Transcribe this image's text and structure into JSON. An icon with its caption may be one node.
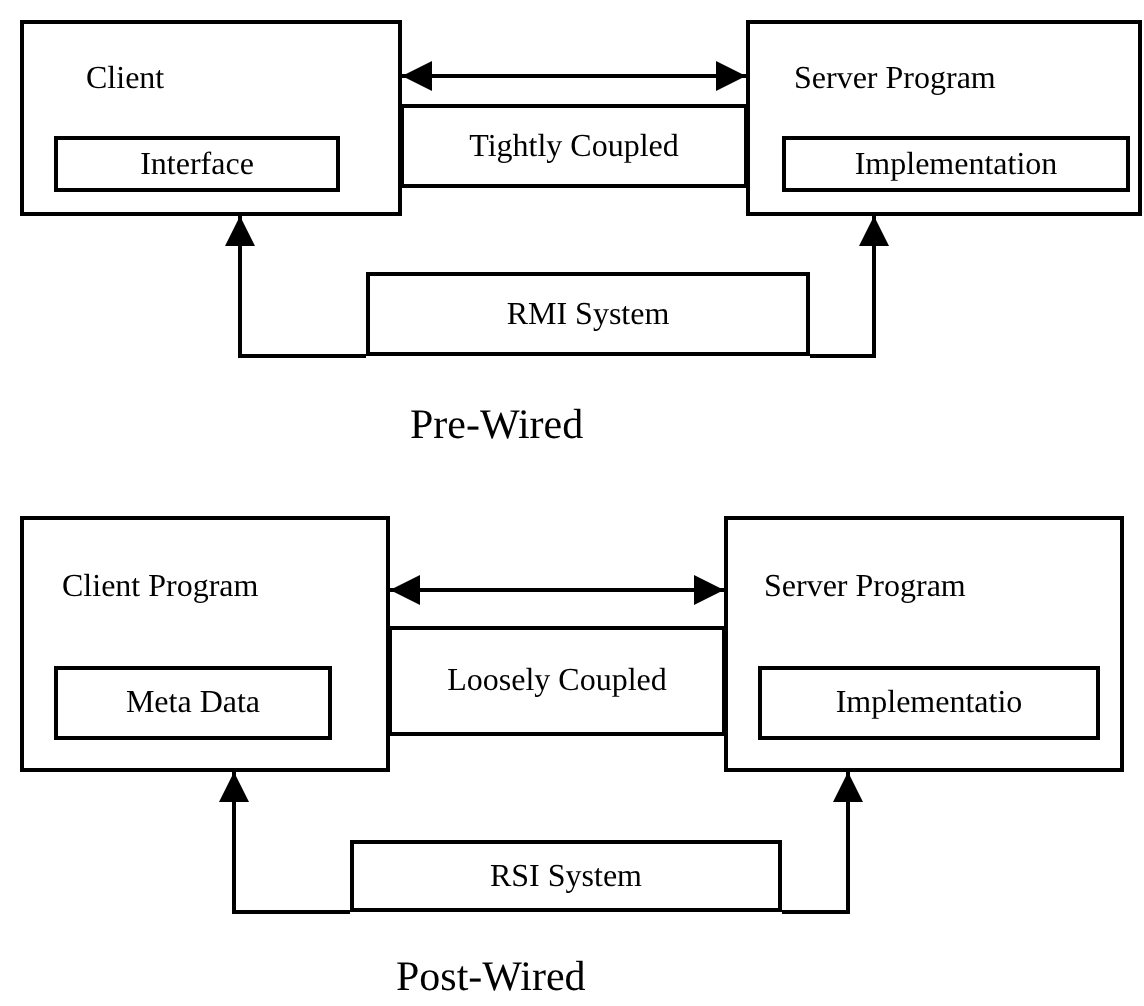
{
  "diagram": {
    "nodes": [
      {
        "text": [
          "Client"
        ]
      },
      {
        "text": [
          "Interface"
        ],
        "in": 0
      },
      {
        "text": [
          "Tightly Coupled"
        ]
      },
      {
        "text": [
          "Server Program"
        ]
      },
      {
        "text": [
          "Implementation"
        ],
        "in": 3
      },
      {
        "text": [
          "RMI System"
        ]
      },
      {
        "text": [
          "Client Program"
        ]
      },
      {
        "text": [
          "Meta Data"
        ],
        "in": 6
      },
      {
        "text": [
          "Loosely Coupled"
        ]
      },
      {
        "text": [
          "Server Program"
        ]
      },
      {
        "text": [
          "Implementatio"
        ],
        "in": 9
      },
      {
        "text": [
          "RSI System"
        ]
      }
    ],
    "edges": [
      {
        "from": 0,
        "to": 3,
        "arrow": "both"
      },
      {
        "from": 5,
        "to": 0,
        "arrow": "to"
      },
      {
        "from": 5,
        "to": 3,
        "arrow": "to"
      },
      {
        "from": 6,
        "to": 9,
        "arrow": "both"
      },
      {
        "from": 11,
        "to": 6,
        "arrow": "to"
      },
      {
        "from": 11,
        "to": 9,
        "arrow": "to"
      }
    ],
    "labels": [
      "Pre-Wired",
      "Post-Wired"
    ]
  }
}
